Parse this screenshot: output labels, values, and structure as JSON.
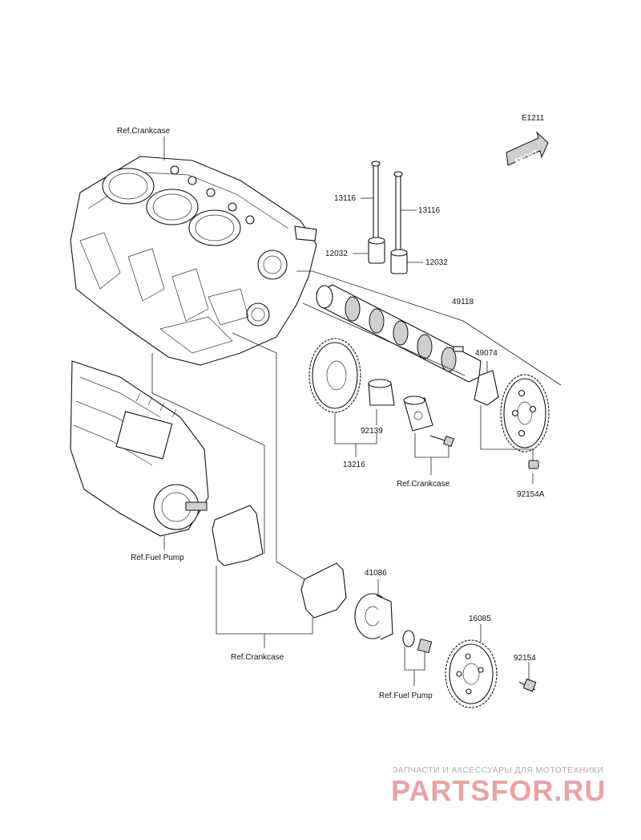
{
  "diagram": {
    "code": "E1211",
    "front_badge": "FRONT",
    "labels": {
      "ref_crankcase_top": "Ref.Crankcase",
      "p13116_a": "13116",
      "p13116_b": "13116",
      "p12032_a": "12032",
      "p12032_b": "12032",
      "p49118": "49118",
      "p49074": "49074",
      "p92139": "92139",
      "p13216": "13216",
      "ref_crankcase_mid": "Ref.Crankcase",
      "p92154A": "92154A",
      "ref_fuel_pump_left": "Ref.Fuel Pump",
      "p41086": "41086",
      "p16085": "16085",
      "p92154": "92154",
      "ref_crankcase_bottom": "Ref.Crankcase",
      "ref_fuel_pump_bottom": "Ref.Fuel Pump"
    }
  },
  "watermark": {
    "tagline": "ЗАПЧАСТИ И АКСЕССУАРЫ ДЛЯ МОТОТЕХНИКИ",
    "brand": "PARTSFOR.RU"
  }
}
